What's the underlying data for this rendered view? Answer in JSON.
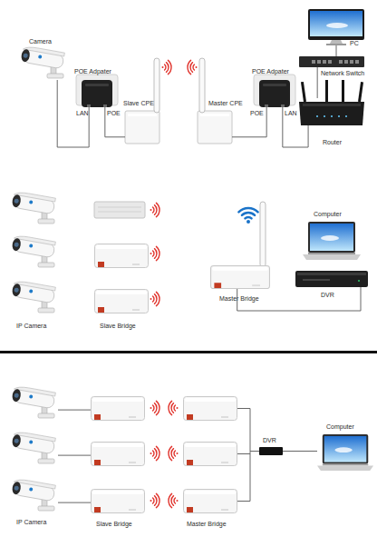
{
  "diagram": {
    "nodes": [
      {
        "text": [
          "Camera"
        ]
      },
      {
        "text": [
          "POE Adpater",
          "LAN",
          "POE"
        ]
      },
      {
        "text": [
          "Slave CPE"
        ]
      },
      {
        "text": [
          "Master CPE"
        ]
      },
      {
        "text": [
          "POE Adpater",
          "POE",
          "LAN"
        ]
      },
      {
        "text": [
          "PC"
        ]
      },
      {
        "text": [
          "Network Switch"
        ]
      },
      {
        "text": [
          "Router"
        ]
      },
      {
        "text": [
          "IP Camera"
        ]
      },
      {
        "text": [
          "Slave Bridge"
        ]
      },
      {
        "text": [
          "Master Bridge"
        ]
      },
      {
        "text": [
          "Computer"
        ]
      },
      {
        "text": [
          "DVR"
        ]
      },
      {
        "text": [
          "IP Camera"
        ]
      },
      {
        "text": [
          "Slave Bridge"
        ]
      },
      {
        "text": [
          "Master Bridge"
        ]
      },
      {
        "text": [
          "DVR"
        ]
      },
      {
        "text": [
          "Computer"
        ]
      }
    ],
    "edges": [
      {
        "from": 0,
        "to": 1,
        "arrow": "none"
      },
      {
        "from": 1,
        "to": 2,
        "arrow": "none"
      },
      {
        "from": 3,
        "to": 4,
        "arrow": "none"
      },
      {
        "from": 4,
        "to": 7,
        "arrow": "none"
      },
      {
        "from": 7,
        "to": 6,
        "arrow": "none"
      },
      {
        "from": 6,
        "to": 5,
        "arrow": "none"
      },
      {
        "from": 10,
        "to": 12,
        "arrow": "none"
      },
      {
        "from": 13,
        "to": 14,
        "arrow": "none"
      },
      {
        "from": 15,
        "to": 16,
        "arrow": "none"
      },
      {
        "from": 16,
        "to": 17,
        "arrow": "none"
      }
    ]
  }
}
